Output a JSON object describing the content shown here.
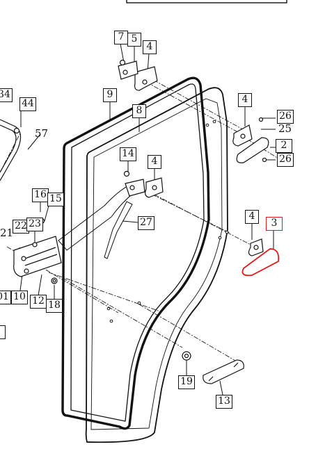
{
  "callouts": {
    "c7": "7",
    "c5": "5",
    "c4a": "4",
    "c9": "9",
    "c8": "8",
    "c34": "34",
    "c44": "44",
    "c57": "57",
    "c4b": "4",
    "c26a": "26",
    "c25": "25",
    "c2": "2",
    "c26b": "26",
    "c14": "14",
    "c4c": "4",
    "c16": "16",
    "c15": "15",
    "c22": "22",
    "c23": "23",
    "c21": "21",
    "c27": "27",
    "c4d": "4",
    "c3": "3",
    "c01": "01",
    "c10": "10",
    "c12": "12",
    "c18": "18",
    "c19": "19",
    "c13": "13"
  },
  "highlight_color": "#e01a1a"
}
